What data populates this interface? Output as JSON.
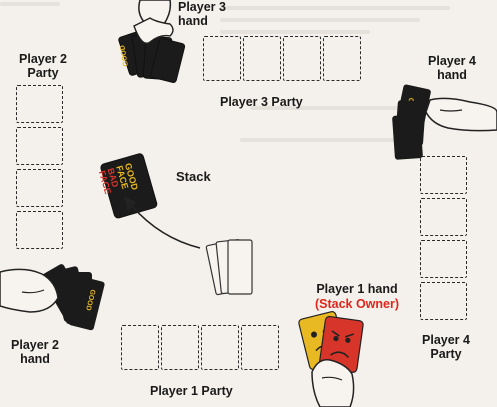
{
  "labels": {
    "player2_party": "Player 2\nParty",
    "player3_hand": "Player 3\nhand",
    "player3_party": "Player 3 Party",
    "player4_hand": "Player 4\nhand",
    "stack": "Stack",
    "player1_hand": "Player 1 hand",
    "stack_owner": "(Stack Owner)",
    "player2_hand": "Player 2\nhand",
    "player1_party": "Player 1 Party",
    "player4_party": "Player 4\nParty"
  },
  "card_text": {
    "good": "GOOD",
    "face": "FACE",
    "bad": "BAD",
    "face2": "FACE"
  },
  "colors": {
    "card_black": "#1b1b1b",
    "card_yellow": "#e8b923",
    "card_red": "#d8352a",
    "accent_red": "#e0261b"
  }
}
